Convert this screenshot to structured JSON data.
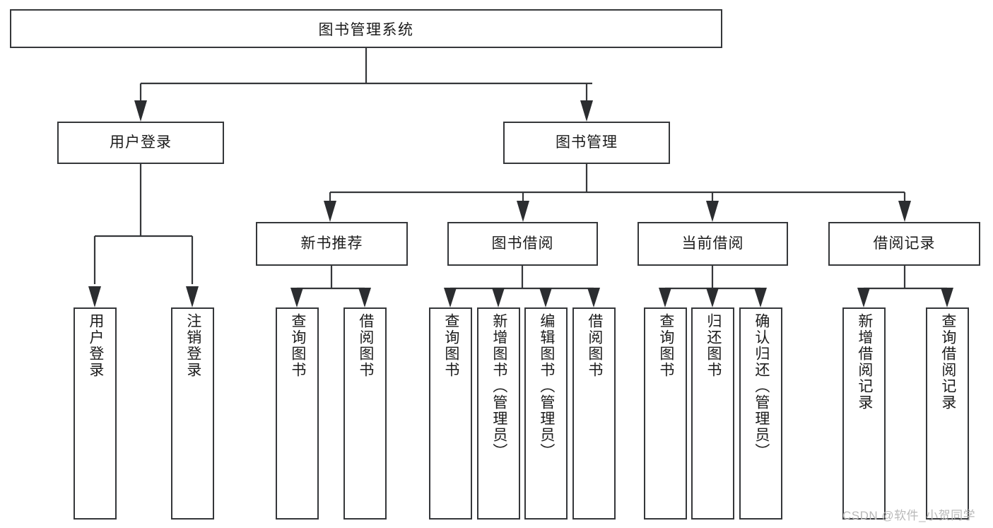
{
  "diagram": {
    "title": "图书管理系统",
    "type": "hierarchy-tree",
    "root": {
      "label": "图书管理系统"
    },
    "level2": [
      {
        "label": "用户登录"
      },
      {
        "label": "图书管理"
      }
    ],
    "level3": [
      {
        "label": "新书推荐"
      },
      {
        "label": "图书借阅"
      },
      {
        "label": "当前借阅"
      },
      {
        "label": "借阅记录"
      }
    ],
    "leaves": {
      "user_login": [
        {
          "label": "用户登录"
        },
        {
          "label": "注销登录"
        }
      ],
      "new_book_recommend": [
        {
          "label": "查询图书"
        },
        {
          "label": "借阅图书"
        }
      ],
      "book_borrow": [
        {
          "label": "查询图书"
        },
        {
          "label": "新增图书（管理员）"
        },
        {
          "label": "编辑图书（管理员）"
        },
        {
          "label": "借阅图书"
        }
      ],
      "current_borrow": [
        {
          "label": "查询图书"
        },
        {
          "label": "归还图书"
        },
        {
          "label": "确认归还（管理员）"
        }
      ],
      "borrow_record": [
        {
          "label": "新增借阅记录"
        },
        {
          "label": "查询借阅记录"
        }
      ]
    }
  },
  "watermark": {
    "text": "CSDN @软件_小贺同学"
  },
  "colors": {
    "stroke": "#35373a",
    "background": "#ffffff",
    "text": "#1b1b1b",
    "watermark": "#b9b9b9"
  }
}
